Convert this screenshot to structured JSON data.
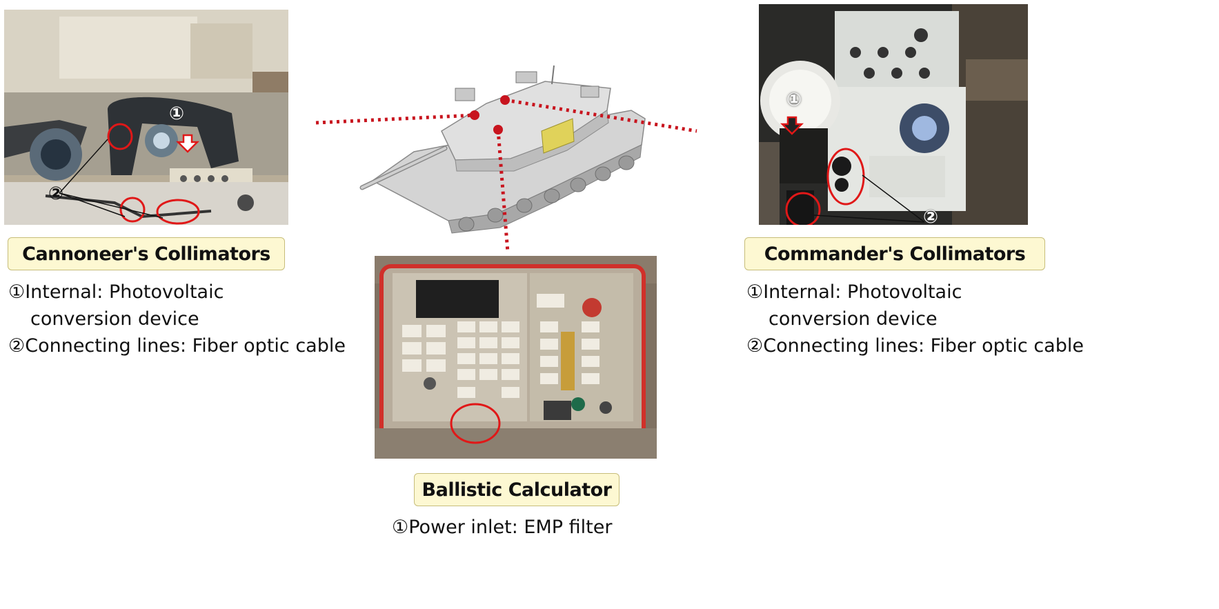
{
  "panels": {
    "cannoneer": {
      "title": "Cannoneer's Collimators",
      "items": [
        {
          "marker": "①",
          "text": "Internal: Photovoltaic"
        },
        {
          "marker": "",
          "text": "conversion device"
        },
        {
          "marker": "②",
          "text": "Connecting lines: Fiber optic cable"
        }
      ],
      "photo_markers": [
        "①",
        "②"
      ]
    },
    "commander": {
      "title": "Commander's Collimators",
      "items": [
        {
          "marker": "①",
          "text": "Internal: Photovoltaic"
        },
        {
          "marker": "",
          "text": "conversion device"
        },
        {
          "marker": "②",
          "text": "Connecting lines: Fiber optic cable"
        }
      ],
      "photo_markers": [
        "①",
        "②"
      ]
    },
    "ballistic": {
      "title": "Ballistic Calculator",
      "items": [
        {
          "marker": "①",
          "text": "Power inlet: EMP filter"
        }
      ]
    }
  },
  "colors": {
    "highlight": "#e01818",
    "caption_fill": "#fdf8d2",
    "caption_border": "#c7bd7a",
    "tank_body": "#d4d4d4",
    "tank_shadow": "#a8a8a8",
    "armor_panel": "#e0d25a"
  },
  "icons": [
    "tank-illustration",
    "down-arrow-icon",
    "highlight-circle"
  ]
}
